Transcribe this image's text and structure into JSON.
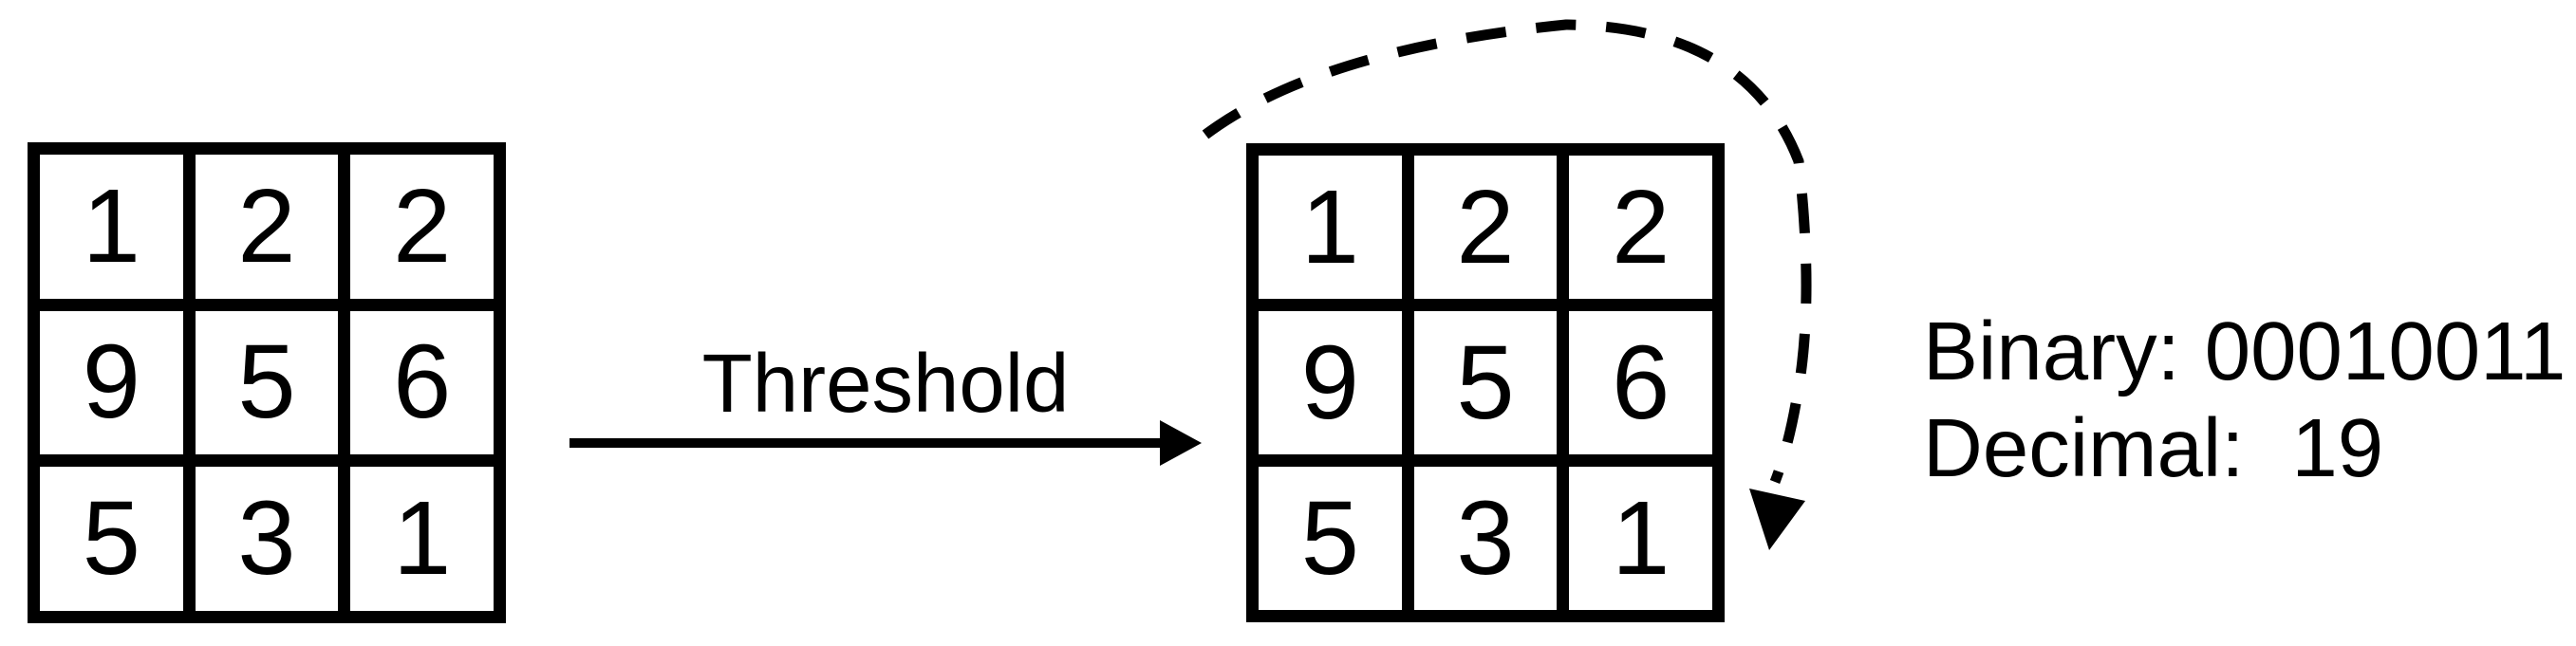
{
  "diagram": {
    "input_grid": {
      "rows": [
        [
          "1",
          "2",
          "2"
        ],
        [
          "9",
          "5",
          "6"
        ],
        [
          "5",
          "3",
          "1"
        ]
      ]
    },
    "output_grid": {
      "rows": [
        [
          "1",
          "2",
          "2"
        ],
        [
          "9",
          "5",
          "6"
        ],
        [
          "5",
          "3",
          "1"
        ]
      ]
    },
    "process_label": "Threshold",
    "result": {
      "binary_label": "Binary:",
      "binary_value": "00010011",
      "decimal_label": "Decimal:",
      "decimal_value": "19"
    }
  },
  "colors": {
    "ink": "#000000",
    "background": "#ffffff"
  }
}
